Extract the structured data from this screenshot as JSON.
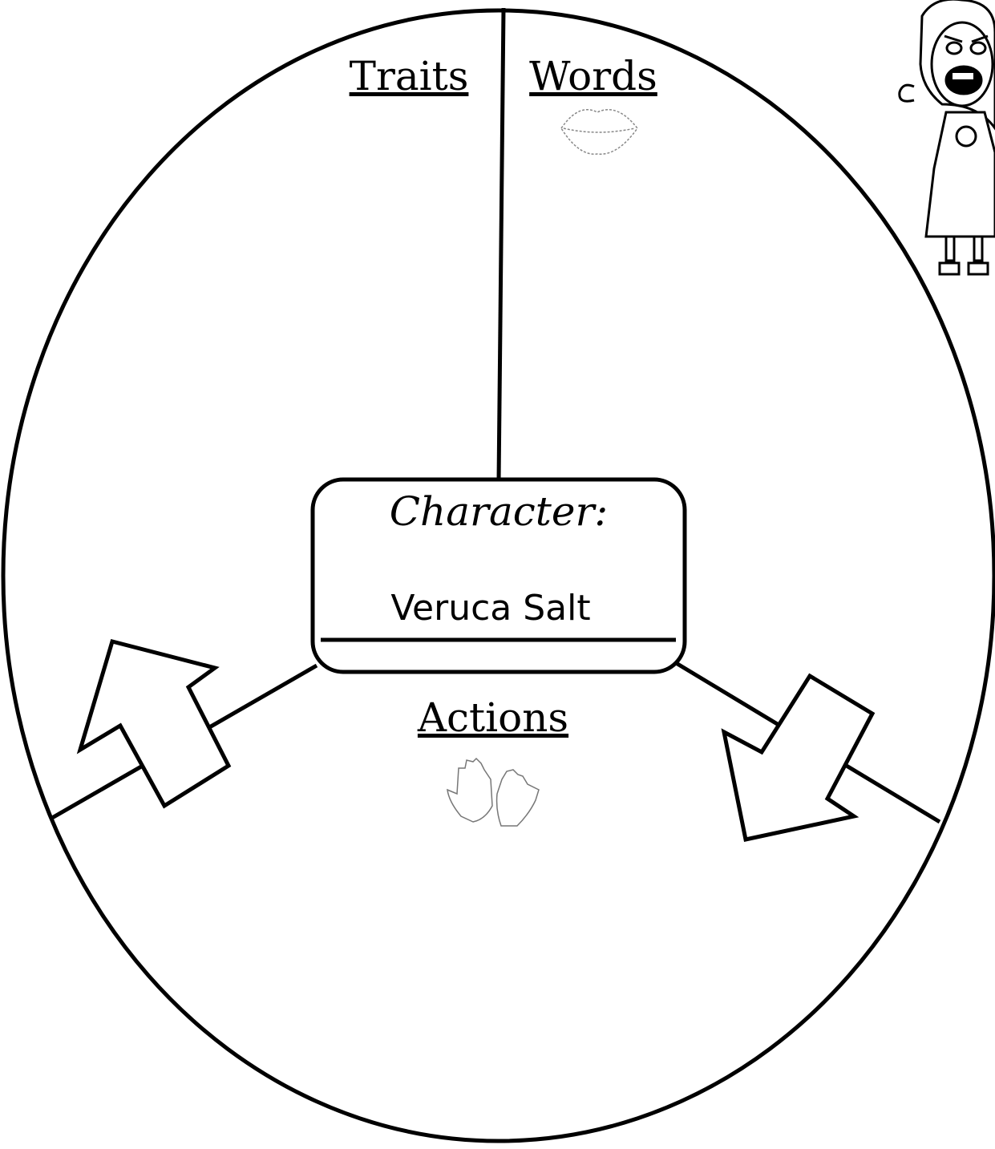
{
  "sections": {
    "traits_label": "Traits",
    "words_label": "Words",
    "actions_label": "Actions"
  },
  "character_box": {
    "title": "Character:",
    "name": "Veruca Salt"
  },
  "icons": {
    "words_icon": "lips-icon",
    "actions_icon": "hands-icon",
    "character_illustration": "angry-girl-illustration"
  },
  "colors": {
    "ink": "#000000",
    "paper": "#ffffff",
    "faint": "#888888"
  }
}
